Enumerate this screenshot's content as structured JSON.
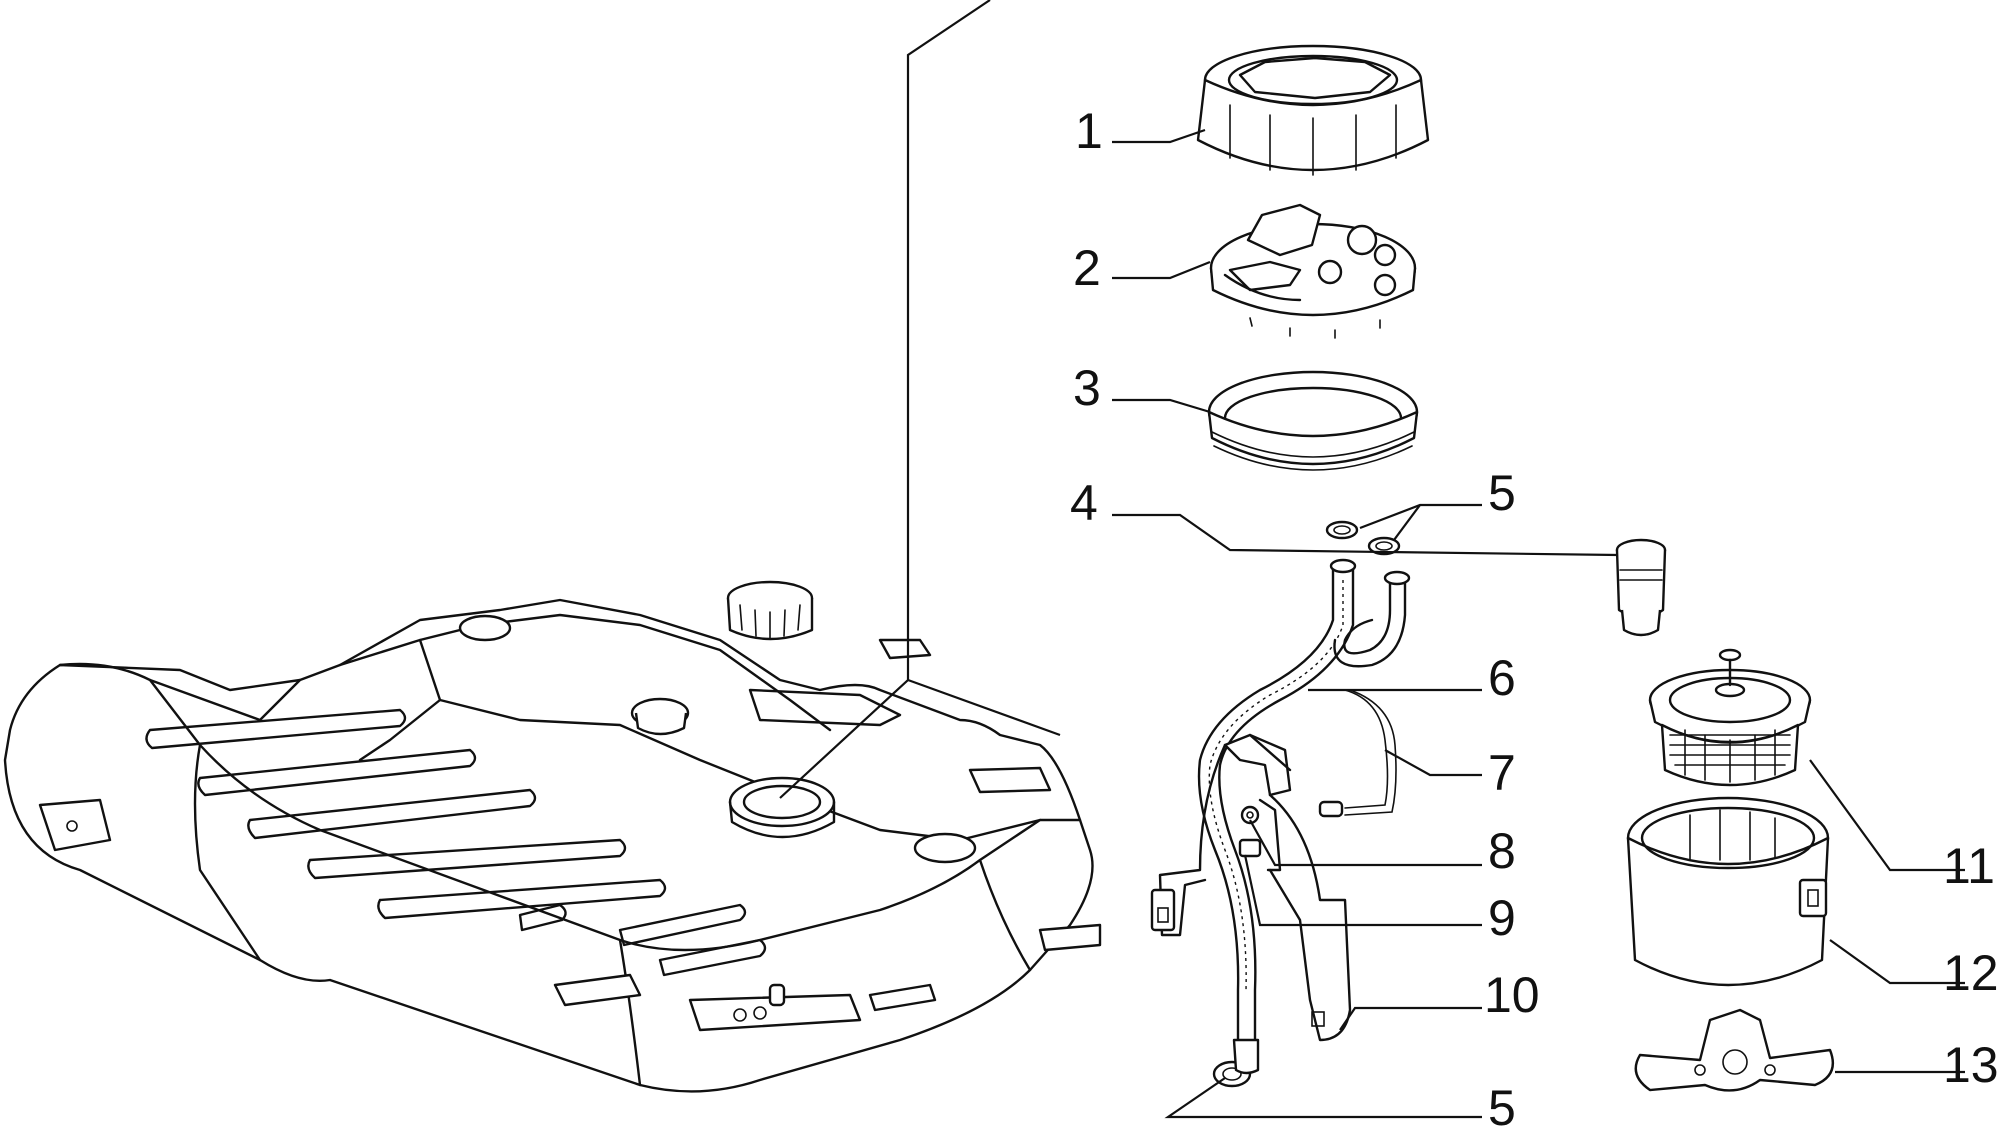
{
  "callouts": [
    {
      "id": "c1",
      "label": "1"
    },
    {
      "id": "c2",
      "label": "2"
    },
    {
      "id": "c3",
      "label": "3"
    },
    {
      "id": "c4",
      "label": "4"
    },
    {
      "id": "c5a",
      "label": "5"
    },
    {
      "id": "c6",
      "label": "6"
    },
    {
      "id": "c7",
      "label": "7"
    },
    {
      "id": "c8",
      "label": "8"
    },
    {
      "id": "c9",
      "label": "9"
    },
    {
      "id": "c10",
      "label": "10"
    },
    {
      "id": "c11",
      "label": "11"
    },
    {
      "id": "c12",
      "label": "12"
    },
    {
      "id": "c13",
      "label": "13"
    },
    {
      "id": "c5b",
      "label": "5"
    }
  ]
}
